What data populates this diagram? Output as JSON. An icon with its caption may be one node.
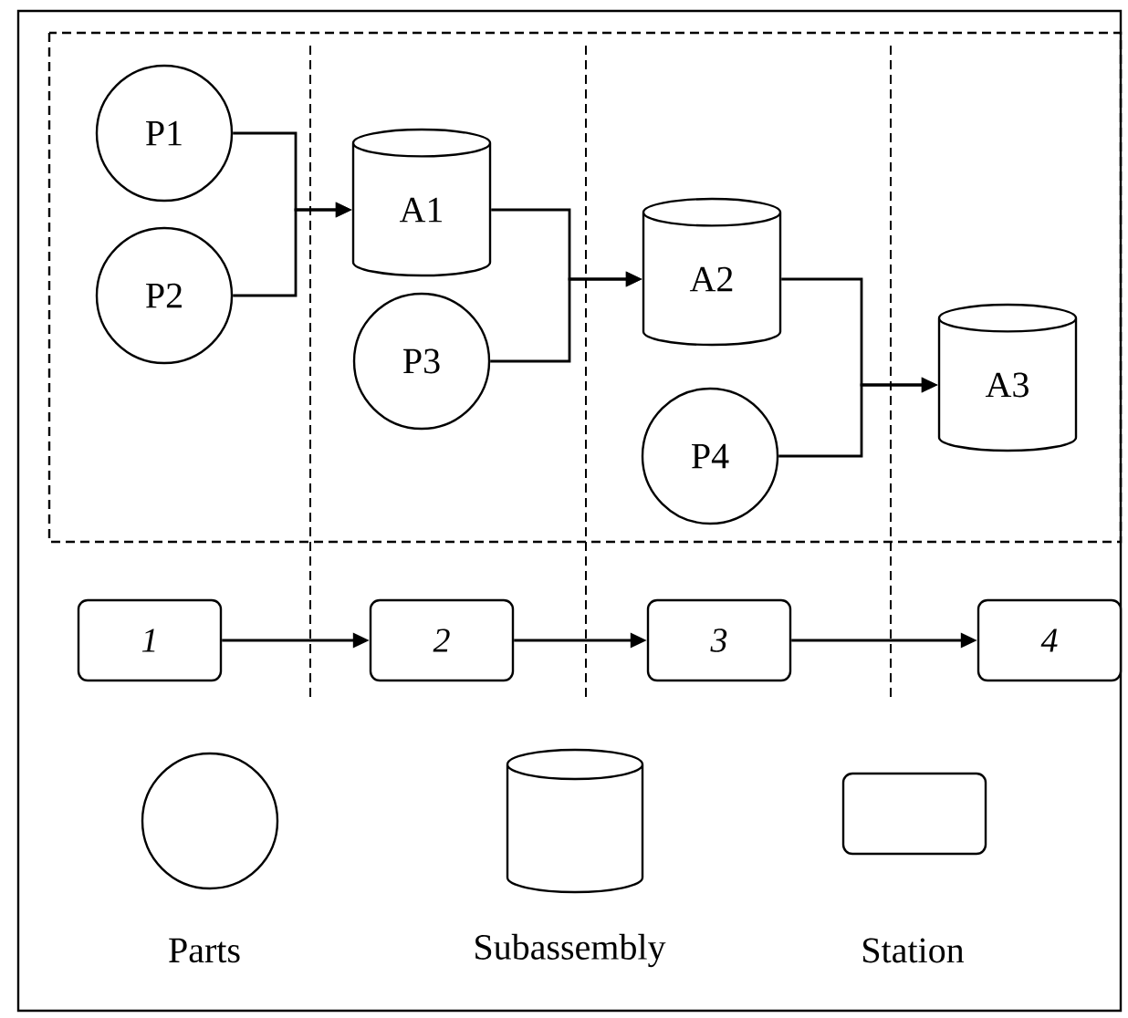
{
  "diagram": {
    "nodes": [
      {
        "text": [
          "P1"
        ]
      },
      {
        "text": [
          "P2"
        ]
      },
      {
        "text": [
          "A1"
        ]
      },
      {
        "text": [
          "P3"
        ]
      },
      {
        "text": [
          "A2"
        ]
      },
      {
        "text": [
          "P4"
        ]
      },
      {
        "text": [
          "A3"
        ]
      },
      {
        "text": [
          "1"
        ]
      },
      {
        "text": [
          "2"
        ]
      },
      {
        "text": [
          "3"
        ]
      },
      {
        "text": [
          "4"
        ]
      },
      {
        "text": [],
        "shape": "circle"
      },
      {
        "text": [],
        "shape": "cylinder"
      },
      {
        "text": [],
        "shape": "box"
      }
    ],
    "edges": [
      {
        "from": 0,
        "to": 2,
        "arrow": "to"
      },
      {
        "from": 1,
        "to": 2,
        "arrow": "to"
      },
      {
        "from": 2,
        "to": 4,
        "arrow": "to"
      },
      {
        "from": 3,
        "to": 4,
        "arrow": "to"
      },
      {
        "from": 4,
        "to": 6,
        "arrow": "to"
      },
      {
        "from": 5,
        "to": 6,
        "arrow": "to"
      },
      {
        "from": 7,
        "to": 8,
        "arrow": "to"
      },
      {
        "from": 8,
        "to": 9,
        "arrow": "to"
      },
      {
        "from": 9,
        "to": 10,
        "arrow": "to"
      }
    ],
    "legend": [
      {
        "text": "Parts"
      },
      {
        "text": "Subassembly"
      },
      {
        "text": "Station"
      }
    ]
  }
}
